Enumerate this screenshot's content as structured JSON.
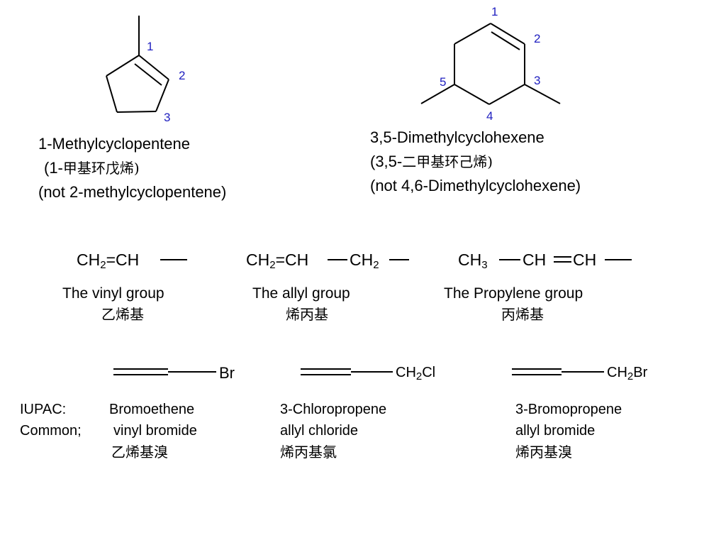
{
  "colors": {
    "atom_numbers": "#2020c0",
    "text": "#000000",
    "background": "#ffffff"
  },
  "methylcyclopentene": {
    "atom_numbers": [
      "1",
      "2",
      "3"
    ],
    "name": "1-Methylcyclopentene",
    "cn_prefix": "(1-",
    "cn_name": "甲基环戊烯)",
    "note": "(not 2-methylcyclopentene)"
  },
  "dimethylcyclohexene": {
    "atom_numbers": [
      "1",
      "2",
      "3",
      "4",
      "5"
    ],
    "name": "3,5-Dimethylcyclohexene",
    "cn_prefix": "(3,5-",
    "cn_name": "二甲基环己烯)",
    "note": "(not 4,6-Dimethylcyclohexene)"
  },
  "groups": {
    "vinyl": {
      "c1": "CH",
      "s1": "2",
      "eq": "=",
      "c2": "CH",
      "label": "The vinyl group",
      "cn": "乙烯基"
    },
    "allyl": {
      "c1": "CH",
      "s1": "2",
      "eq": "=",
      "c2": "CH",
      "c3": "CH",
      "s3": "2",
      "label": "The allyl group",
      "cn": "烯丙基"
    },
    "propylene": {
      "c1": "CH",
      "s1": "3",
      "c2": "CH",
      "c3": "CH",
      "label": "The Propylene group",
      "cn": "丙烯基"
    }
  },
  "halides": {
    "iupac_label": "IUPAC:",
    "common_label": "Common;",
    "bromoethene": {
      "atom": "Br",
      "iupac": "Bromoethene",
      "common": "vinyl bromide",
      "cn": "乙烯基溴"
    },
    "chloropropene": {
      "atom_c": "CH",
      "atom_sub": "2",
      "atom_x": "Cl",
      "iupac": "3-Chloropropene",
      "common": "allyl chloride",
      "cn": "烯丙基氯"
    },
    "bromopropene": {
      "atom_c": "CH",
      "atom_sub": "2",
      "atom_x": "Br",
      "iupac": "3-Bromopropene",
      "common": "allyl bromide",
      "cn": "烯丙基溴"
    }
  }
}
